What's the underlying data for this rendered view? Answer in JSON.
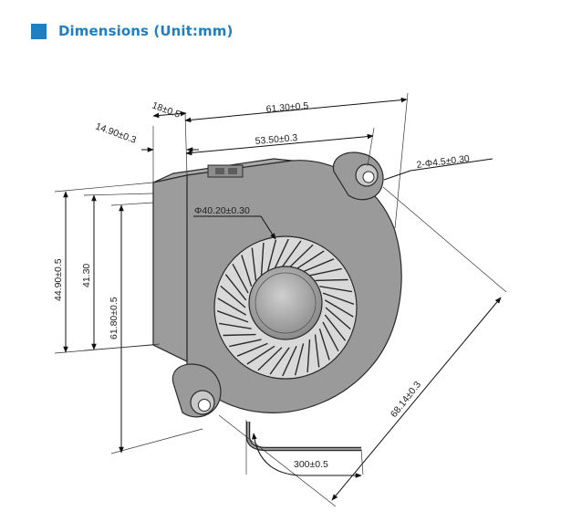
{
  "header": {
    "title": "Dimensions (Unit:mm)",
    "accent_color": "#1f7fc3"
  },
  "dimensions": {
    "width_overall": "61.30±0.5",
    "hole_spacing_horizontal": "53.50±0.3",
    "outlet_width": "18±0.5",
    "side_offset": "14.90±0.3",
    "mounting_holes": "2-Φ4.5±0.30",
    "impeller_diameter": "Φ40.20±0.30",
    "height_body": "44.90±0.5",
    "outlet_height": "41.30",
    "height_overall": "61.80±0.5",
    "hole_spacing_diagonal": "68.14±0.3",
    "cable_length": "300±0.5"
  }
}
